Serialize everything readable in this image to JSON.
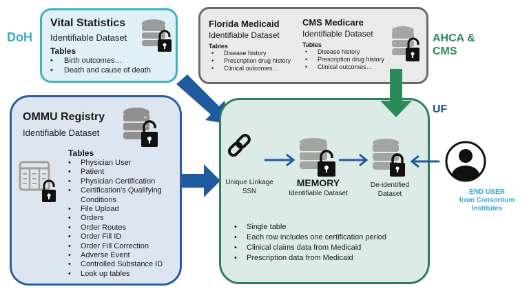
{
  "labels": {
    "doh": "DoH",
    "ahca_cms": [
      "AHCA &",
      "CMS"
    ],
    "uf": "UF"
  },
  "vital_statistics": {
    "title": "Vital Statistics",
    "subtitle": "Identifiable Dataset",
    "tables_heading": "Tables",
    "tables": [
      "Birth outcomes…",
      "Death and cause of death"
    ],
    "icon": "database-unlocked-icon"
  },
  "florida_medicaid": {
    "title": "Florida Medicaid",
    "subtitle": "Identifiable Dataset",
    "tables_heading": "Tables",
    "tables": [
      "Disease history",
      "Prescription drug history",
      "Clinical outcomes…"
    ]
  },
  "cms_medicare": {
    "title": "CMS Medicare",
    "subtitle": "Identifiable Dataset",
    "tables_heading": "Tables",
    "tables": [
      "Disease history",
      "Prescription drug history",
      "Clinical outcomes…"
    ],
    "icon": "database-unlocked-icon"
  },
  "ommu_registry": {
    "title": "OMMU Registry",
    "subtitle": "Identifiable Dataset",
    "tables_heading": "Tables",
    "tables": [
      "Physician User",
      "Patient",
      "Physician Certification",
      "Certification’s Qualifying Conditions",
      "File Upload",
      "Orders",
      "Order Routes",
      "Order Fill ID",
      "Order Fill Correction",
      "Adverse Event",
      "Controlled Substance ID",
      "Look up tables"
    ],
    "icons": [
      "database-unlocked-icon",
      "table-unlocked-icon"
    ]
  },
  "uf_process": {
    "linkage": [
      "Unique Linkage",
      "SSN"
    ],
    "memory_title": "MEMORY",
    "memory_subtitle": "Identifiable Dataset",
    "deidentified": [
      "De-identified",
      "Dataset"
    ],
    "bullets": [
      "Single table",
      "Each row includes one certification period",
      "Clinical claims data from Medicaid",
      "Prescription data from Medicaid"
    ]
  },
  "end_user": {
    "lines": [
      "END USER",
      "from Consortium",
      "Institutes"
    ],
    "icon": "user-avatar-icon"
  },
  "colors": {
    "doh": "#3aaac0",
    "ahca": "#2b8a5a",
    "uf": "#1e4e8c",
    "arrow_blue": "#1e5aa0",
    "arrow_green": "#2b8a5a",
    "end_user": "#35a9c4"
  }
}
